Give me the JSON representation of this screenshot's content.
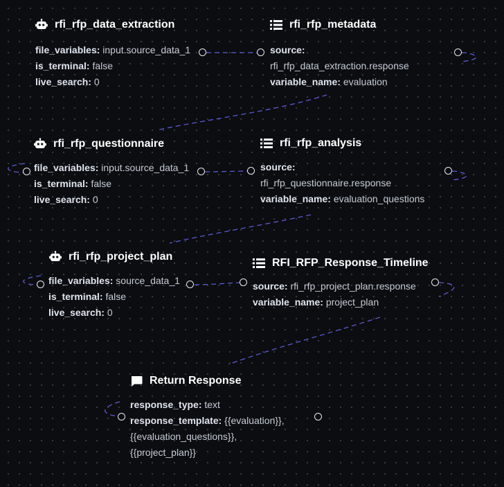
{
  "nodes": {
    "data_extraction": {
      "title": "rfi_rfp_data_extraction",
      "icon": "robot-icon",
      "fields": [
        {
          "key": "file_variables:",
          "value": "input.source_data_1"
        },
        {
          "key": "is_terminal:",
          "value": "false"
        },
        {
          "key": "live_search:",
          "value": "0"
        }
      ]
    },
    "metadata": {
      "title": "rfi_rfp_metadata",
      "icon": "list-icon",
      "fields": [
        {
          "key": "source:",
          "value": ""
        },
        {
          "key": "",
          "value": "rfi_rfp_data_extraction.response"
        },
        {
          "key": "variable_name:",
          "value": "evaluation"
        }
      ]
    },
    "questionnaire": {
      "title": "rfi_rfp_questionnaire",
      "icon": "robot-icon",
      "fields": [
        {
          "key": "file_variables:",
          "value": "input.source_data_1"
        },
        {
          "key": "is_terminal:",
          "value": "false"
        },
        {
          "key": "live_search:",
          "value": "0"
        }
      ]
    },
    "analysis": {
      "title": "rfi_rfp_analysis",
      "icon": "list-icon",
      "fields": [
        {
          "key": "source:",
          "value": ""
        },
        {
          "key": "",
          "value": "rfi_rfp_questionnaire.response"
        },
        {
          "key": "variable_name:",
          "value": "evaluation_questions"
        }
      ]
    },
    "project_plan": {
      "title": "rfi_rfp_project_plan",
      "icon": "robot-icon",
      "fields": [
        {
          "key": "file_variables:",
          "value": "source_data_1"
        },
        {
          "key": "is_terminal:",
          "value": "false"
        },
        {
          "key": "live_search:",
          "value": "0"
        }
      ]
    },
    "timeline": {
      "title": "RFI_RFP_Response_Timeline",
      "icon": "list-icon",
      "fields": [
        {
          "key": "source:",
          "value": "rfi_rfp_project_plan.response"
        },
        {
          "key": "variable_name:",
          "value": "project_plan"
        }
      ]
    },
    "return_response": {
      "title": "Return Response",
      "icon": "chat-icon",
      "fields": [
        {
          "key": "response_type:",
          "value": "text"
        },
        {
          "key": "response_template:",
          "value": "{{evaluation}},"
        },
        {
          "key": "",
          "value": "{{evaluation_questions}},"
        },
        {
          "key": "",
          "value": "{{project_plan}}"
        }
      ]
    }
  },
  "colors": {
    "background": "#0b0d10",
    "edge": "#5b5bd6",
    "port": "#e9ebf0",
    "title": "#ffffff"
  }
}
